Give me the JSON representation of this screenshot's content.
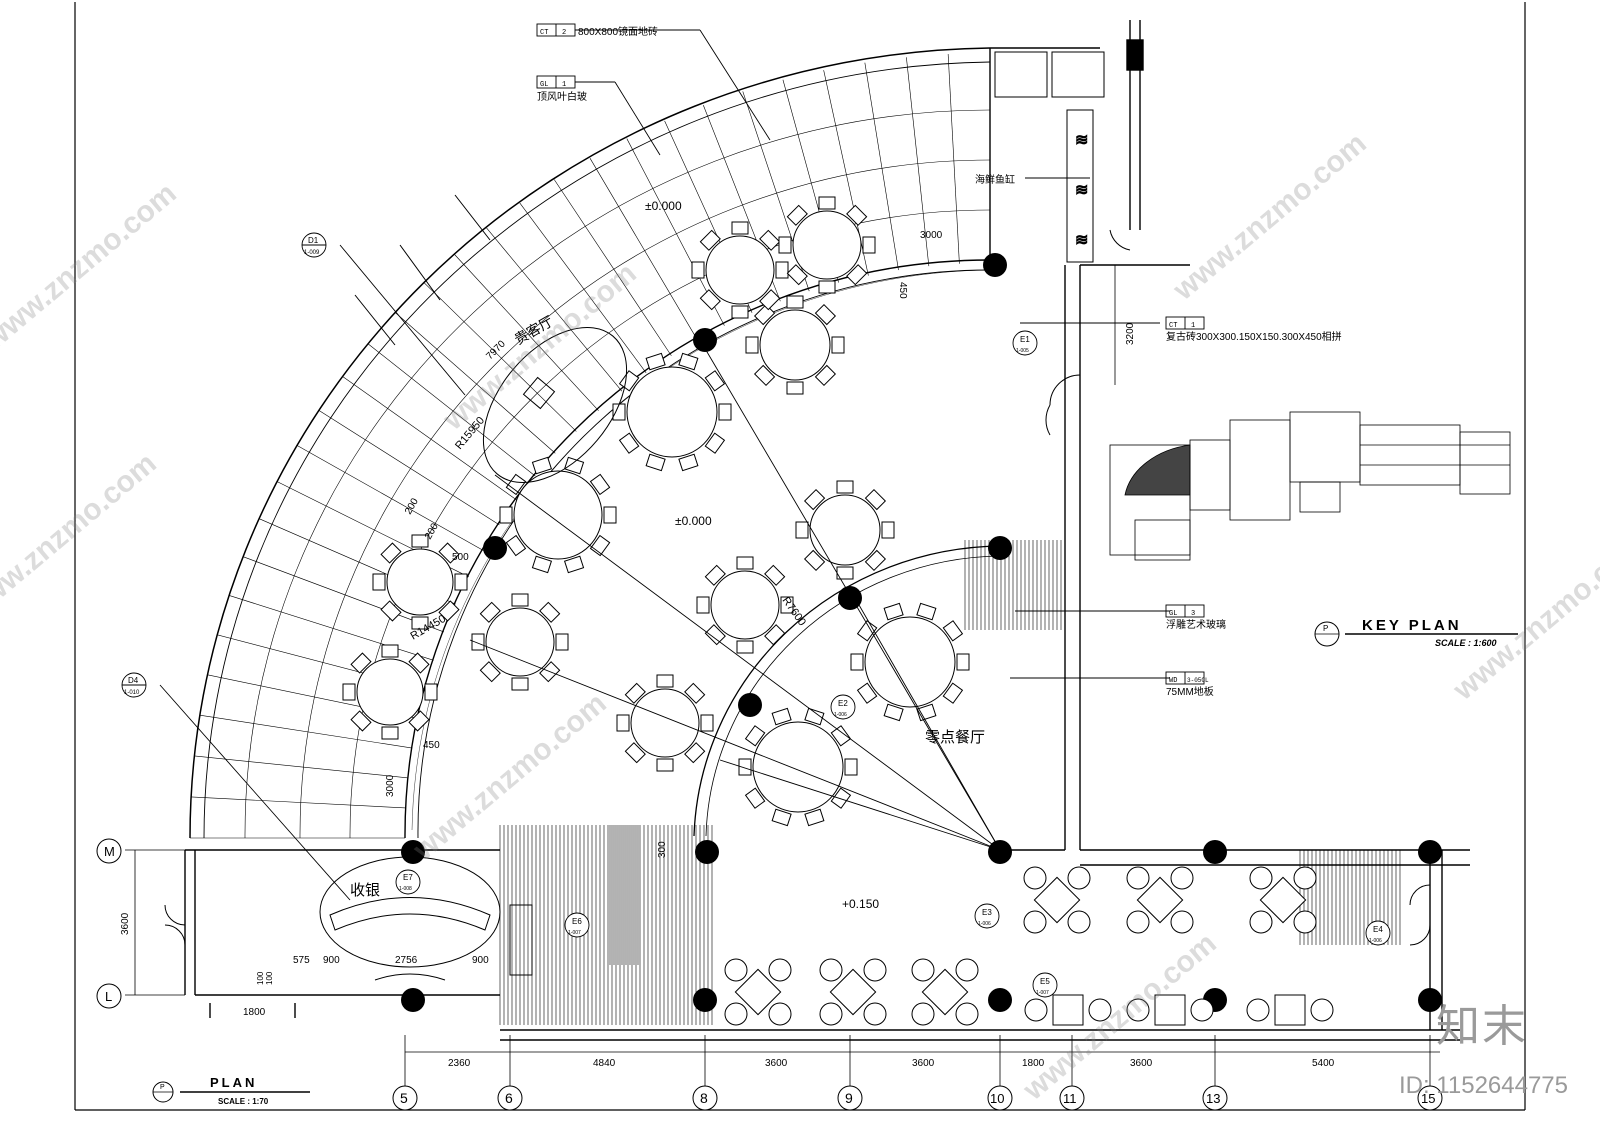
{
  "plan": {
    "title": "PLAN",
    "scale": "SCALE : 1:70",
    "ref_symbol": "P"
  },
  "key_plan": {
    "title": "KEY PLAN",
    "scale": "SCALE : 1:600",
    "ref_symbol": "P"
  },
  "rooms": {
    "main": "零点餐厅",
    "vip": "贵客厅",
    "cashier": "收银"
  },
  "levels": [
    "±0.000",
    "±0.000",
    "+0.150"
  ],
  "radii": [
    "R7600",
    "R14450",
    "R15950",
    "7970"
  ],
  "callouts": [
    {
      "code": "CT",
      "num": "2",
      "text": "800X800镜面地砖"
    },
    {
      "code": "GL",
      "num": "1",
      "text": "顶风叶白玻"
    },
    {
      "code": "",
      "num": "",
      "text": "海鲜鱼缸"
    },
    {
      "code": "CT",
      "num": "1",
      "text": "复古砖300X300.150X150.300X450相拼"
    },
    {
      "code": "GL",
      "num": "3",
      "text": "浮雕艺术玻璃"
    },
    {
      "code": "WD",
      "num": "3-05CL",
      "text": "75MM地板"
    }
  ],
  "detail_refs": [
    {
      "id": "D1",
      "sheet": "1-009"
    },
    {
      "id": "D4",
      "sheet": "1-010"
    }
  ],
  "elevation_refs": [
    {
      "id": "E1",
      "sheet": "1-005"
    },
    {
      "id": "E2",
      "sheet": "1-006"
    },
    {
      "id": "E3",
      "sheet": "1-006"
    },
    {
      "id": "E4",
      "sheet": "1-006"
    },
    {
      "id": "E5",
      "sheet": "1-007"
    },
    {
      "id": "E6",
      "sheet": "1-007"
    },
    {
      "id": "E7",
      "sheet": "1-008"
    }
  ],
  "grid_axes": {
    "columns": [
      "5",
      "6",
      "8",
      "9",
      "10",
      "11",
      "13",
      "15"
    ],
    "rows": [
      "M",
      "L"
    ]
  },
  "dimensions": {
    "bottom": [
      "2360",
      "4840",
      "3600",
      "3600",
      "1800",
      "3600",
      "5400"
    ],
    "cashier": [
      "575",
      "900",
      "2756",
      "900",
      "1800",
      "100",
      "100"
    ],
    "misc": [
      "3000",
      "450",
      "3200",
      "3600",
      "3000",
      "450",
      "300",
      "200",
      "500",
      "200"
    ]
  },
  "watermark": {
    "site": "www.znzmo.com",
    "brand": "知末",
    "id": "ID: 1152644775"
  }
}
